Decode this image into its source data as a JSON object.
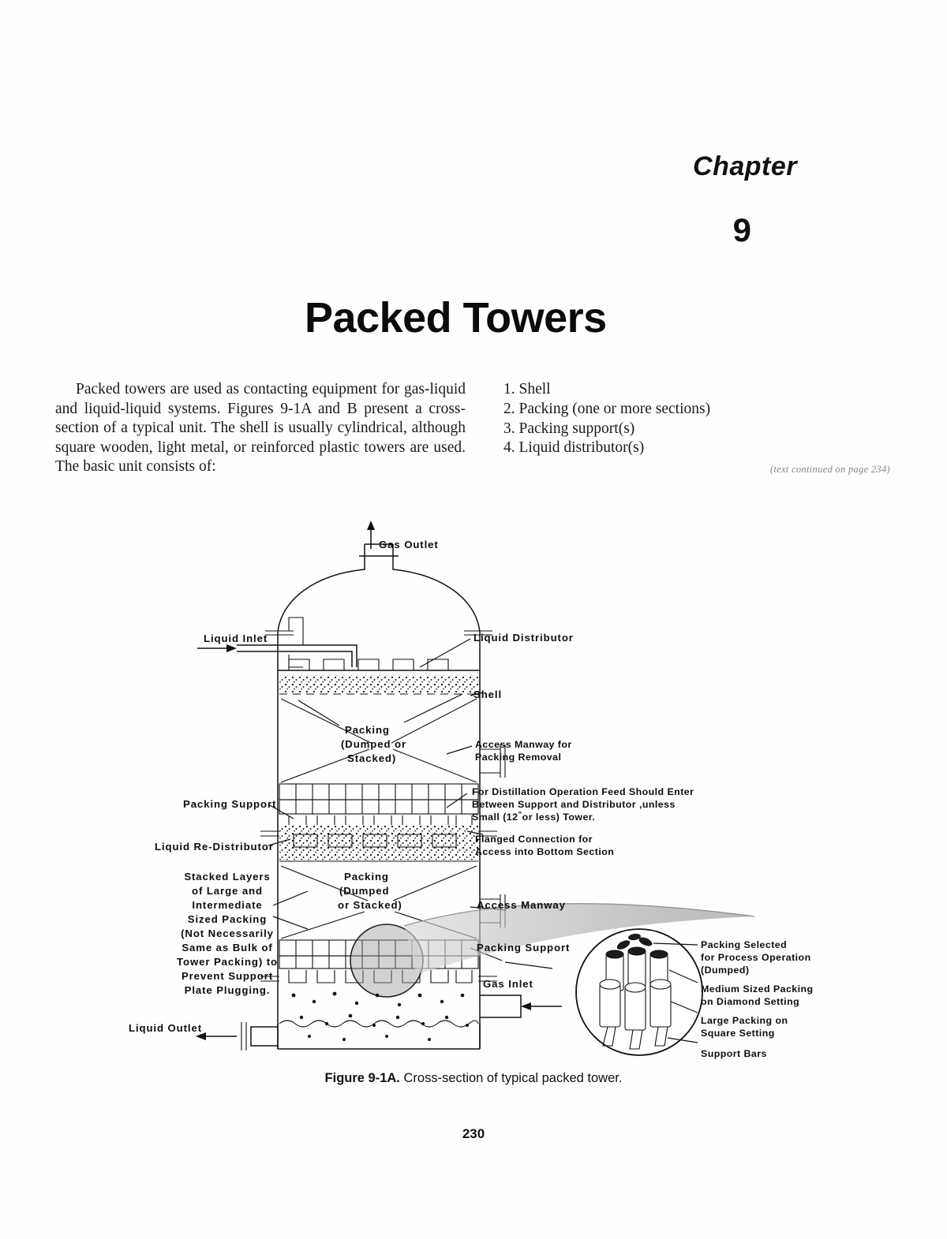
{
  "header": {
    "chapter_word": "Chapter",
    "chapter_number": "9",
    "title": "Packed Towers"
  },
  "body": {
    "paragraph": "Packed towers are used as contacting equipment for gas-liquid and liquid-liquid systems. Figures 9-1A and B present a cross-section of a typical unit. The shell is usually cylindrical, although square wooden, light metal, or reinforced plastic towers are used. The basic unit consists of:",
    "list": [
      "1. Shell",
      "2. Packing (one or more sections)",
      "3. Packing support(s)",
      "4. Liquid distributor(s)"
    ],
    "continued_note": "(text continued on page 234)"
  },
  "figure": {
    "caption_label": "Figure 9-1A.",
    "caption_text": "Cross-section of typical packed tower.",
    "labels": {
      "gas_outlet": "Gas Outlet",
      "liquid_inlet": "Liquid Inlet",
      "liquid_distributor": "Liquid Distributor",
      "shell": "Shell",
      "packing_top_l1": "Packing",
      "packing_top_l2": "(Dumped or",
      "packing_top_l3": "Stacked)",
      "access_manway_packing_l1": "Access Manway for",
      "access_manway_packing_l2": "Packing Removal",
      "distillation_note_l1": "For Distillation Operation Feed Should Enter",
      "distillation_note_l2": "Between Support and Distributor ,unless",
      "distillation_note_l3a": "Small (12",
      "distillation_note_l3b": "or less) Tower.",
      "distillation_note_inch": "\"",
      "flanged_connection_l1": "Flanged Connection for",
      "flanged_connection_l2": "Access into Bottom Section",
      "packing_support_upper": "Packing Support",
      "liquid_redistributor": "Liquid Re-Distributor",
      "packing_mid_l1": "Packing",
      "packing_mid_l2": "(Dumped",
      "packing_mid_l3": "or Stacked)",
      "stacked_block": [
        "Stacked  Layers",
        "of  Large  and",
        "Intermediate",
        "Sized  Packing",
        "(Not  Necessarily",
        "Same  as  Bulk  of",
        "Tower  Packing)  to",
        "Prevent  Support",
        "Plate  Plugging."
      ],
      "access_manway": "Access Manway",
      "packing_support_lower": "Packing Support",
      "gas_inlet": "Gas Inlet",
      "liquid_outlet": "Liquid Outlet",
      "detail_packing_selected_l1": "Packing Selected",
      "detail_packing_selected_l2": "for Process Operation",
      "detail_packing_selected_l3": "(Dumped)",
      "detail_medium_l1": "Medium Sized Packing",
      "detail_medium_l2": "on Diamond Setting",
      "detail_large_l1": "Large Packing on",
      "detail_large_l2": "Square Setting",
      "detail_support_bars": "Support Bars"
    }
  },
  "folio": "230",
  "colors": {
    "ink": "#0d0d0d",
    "paper": "#fefefe",
    "shade": "#b9b9b9"
  }
}
